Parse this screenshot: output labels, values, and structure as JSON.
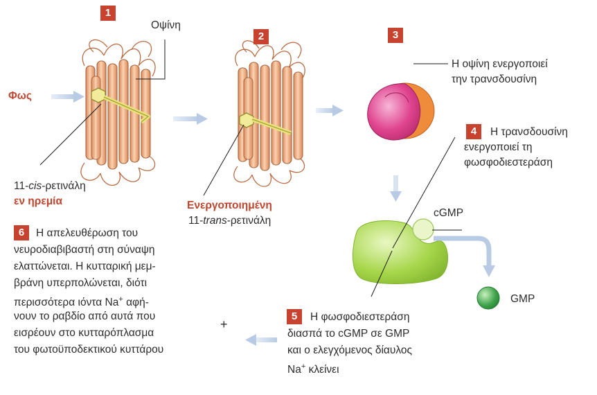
{
  "step1": {
    "badge": "1",
    "protein_label": "Οψίνη",
    "light_label": "Φως",
    "retinal_prefix": "11-",
    "retinal_italic": "cis",
    "retinal_suffix": "-ρετινάλη",
    "state": "εν ηρεμία"
  },
  "step2": {
    "badge": "2",
    "state": "Ενεργοποιημένη",
    "retinal_prefix": "11-",
    "retinal_italic": "trans",
    "retinal_suffix": "-ρετινάλη"
  },
  "step3": {
    "badge": "3",
    "line1": "Η οψίνη ενεργοποιεί",
    "line2": "την τρανσδουσίνη"
  },
  "step4": {
    "badge": "4",
    "line1": "Η τρανσδουσίνη",
    "line2": "ενεργοποιεί τη",
    "line3": "φωσφοδιεστεράση"
  },
  "step5": {
    "badge": "5",
    "line1": "Η φωσφοδιεστεράση",
    "line2": "διασπά το cGMP σε GMP",
    "line3": "και ο ελεγχόμενος δίαυλος",
    "line4_prefix": "Na",
    "line4_sup": "+",
    "line4_suffix": " κλείνει"
  },
  "step6": {
    "badge": "6",
    "line1": "Η απελευθέρωση του",
    "line2": "νευροδιαβιβαστή στη σύναψη",
    "line3": "ελαττώνεται. Η κυτταρική μεμ-",
    "line4": "βράνη υπερπολώνεται, διότι",
    "line5_prefix": "περισσότερα ιόντα Na",
    "line5_sup": "+",
    "line5_suffix": " αφή-",
    "line6": "νουν το ραβδίο από αυτά που",
    "line7": "εισρέουν στο κυτταρόπλασμα",
    "line8": "του φωτοϋποδεκτικού κυττάρου"
  },
  "labels": {
    "cgmp": "cGMP",
    "gmp": "GMP",
    "plus": "+"
  },
  "colors": {
    "badge": "#c8432f",
    "accent_text": "#c0452f",
    "helix": "#f2b98d",
    "retinal": "#e8e27a",
    "transducin_pink": "#e0458f",
    "transducin_orange": "#ef8c3c",
    "pde_green": "#a6d64a",
    "gmp_green": "#3fa34a",
    "arrow": "#b9cbe4"
  }
}
